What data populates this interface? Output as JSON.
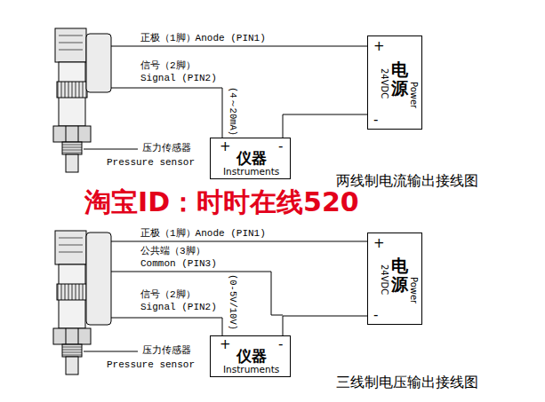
{
  "diagram": {
    "nodes": [
      {
        "text": [
          "+",
          "24VDC",
          "电源",
          "Power",
          "-"
        ]
      },
      {
        "text": [
          "+",
          "-",
          "仪器",
          "Instruments"
        ]
      },
      {
        "text": [
          "+",
          "24VDC",
          "电源",
          "Power",
          "-"
        ]
      },
      {
        "text": [
          "+",
          "-",
          "仪器",
          "Instruments"
        ]
      }
    ],
    "edges": [
      {
        "from": 1,
        "to": 0,
        "arrow": "none"
      },
      {
        "from": 3,
        "to": 2,
        "arrow": "none"
      }
    ],
    "labels": [
      "正极（1脚）Anode (PIN1)",
      "信号（2脚）",
      "Signal (PIN2)",
      "(4～20mA)",
      "压力传感器",
      "Pressure sensor",
      "两线制电流输出接线图",
      "淘宝ID：时时在线520",
      "正极（1脚）Anode (PIN1)",
      "公共端（3脚）",
      "Common (PIN3)",
      "信号（2脚）",
      "Signal (PIN2)",
      "(0-5V/10V)",
      "压力传感器",
      "Pressure sensor",
      "三线制电压输出接线图"
    ]
  }
}
